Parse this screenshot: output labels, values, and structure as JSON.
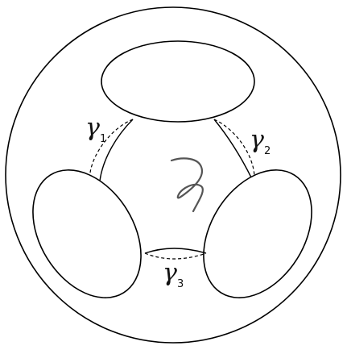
{
  "figure": {
    "line_color": "#000000",
    "squiggle_color": "#555555",
    "curves": [
      {
        "symbol": "γ",
        "subscript": "1"
      },
      {
        "symbol": "γ",
        "subscript": "2"
      },
      {
        "symbol": "γ",
        "subscript": "3"
      }
    ]
  }
}
